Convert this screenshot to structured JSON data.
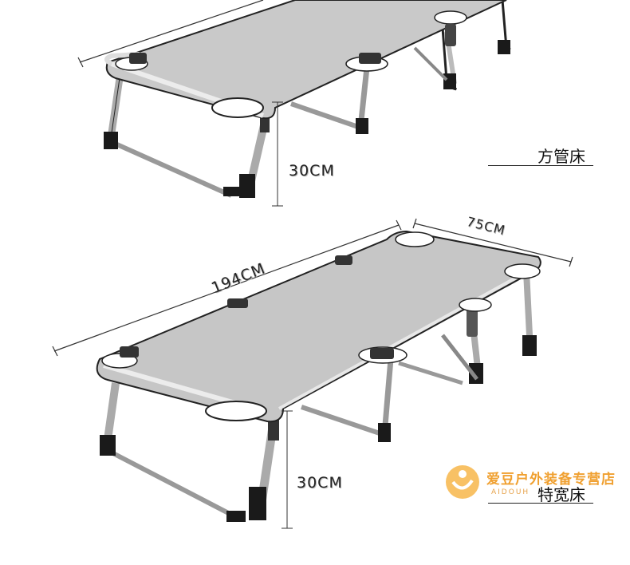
{
  "top_bed": {
    "height_label": "30CM",
    "model_name": "方管床"
  },
  "bottom_bed": {
    "length_label": "194CM",
    "width_label": "75CM",
    "height_label": "30CM",
    "model_name": "特宽床"
  },
  "watermark": {
    "store_name": "爱豆户外装备专营店",
    "store_sub": "AIDOUH",
    "brand_color": "#f0a030"
  },
  "colors": {
    "fabric": "#c9c9c9",
    "frame": "#e6e6e6",
    "outline": "#222222",
    "foot": "#1a1a1a"
  }
}
